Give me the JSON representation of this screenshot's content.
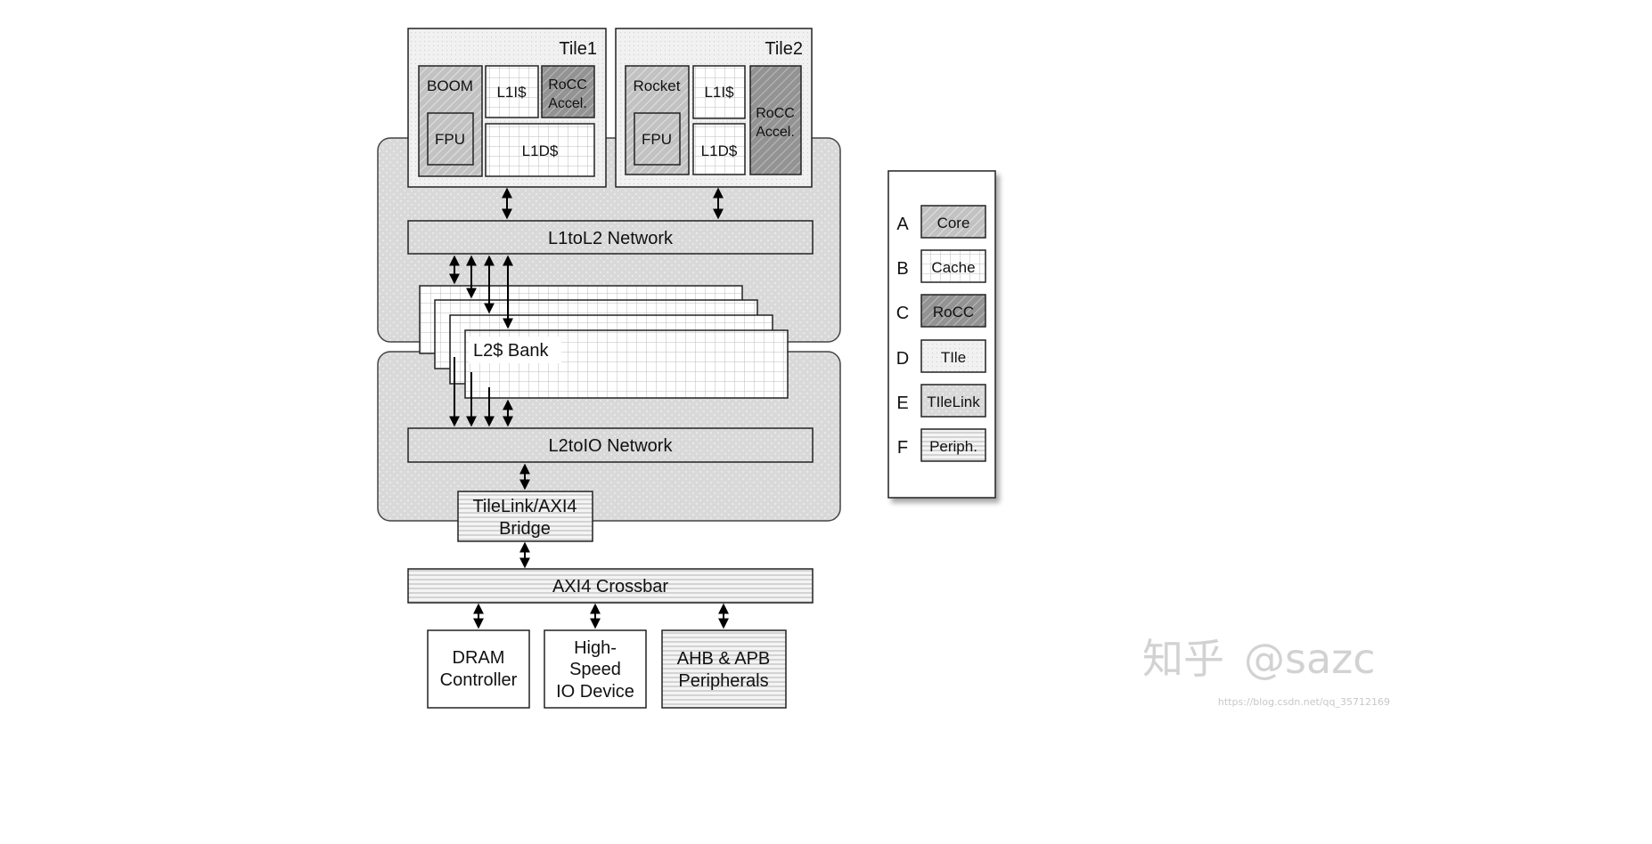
{
  "tiles": [
    {
      "title": "Tile1",
      "core": "BOOM",
      "fpu": "FPU",
      "l1i": "L1I$",
      "l1d": "L1D$",
      "rocc": [
        "RoCC",
        "Accel."
      ]
    },
    {
      "title": "Tile2",
      "core": "Rocket",
      "fpu": "FPU",
      "l1i": "L1I$",
      "l1d": "L1D$",
      "rocc": [
        "RoCC",
        "Accel."
      ]
    }
  ],
  "l1tol2": "L1toL2 Network",
  "l2_bank": "L2$ Bank",
  "l2toio": "L2toIO Network",
  "bridge": [
    "TileLink/AXI4",
    "Bridge"
  ],
  "crossbar": "AXI4 Crossbar",
  "devices": [
    {
      "lines": [
        "DRAM",
        "Controller"
      ]
    },
    {
      "lines": [
        "High-",
        "Speed",
        "IO Device"
      ]
    },
    {
      "lines": [
        "AHB & APB",
        "Peripherals"
      ]
    }
  ],
  "legend": [
    {
      "letter": "A",
      "label": "Core"
    },
    {
      "letter": "B",
      "label": "Cache"
    },
    {
      "letter": "C",
      "label": "RoCC"
    },
    {
      "letter": "D",
      "label": "TIle"
    },
    {
      "letter": "E",
      "label": "TIleLink"
    },
    {
      "letter": "F",
      "label": "Periph."
    }
  ],
  "watermark": {
    "brand": "知乎",
    "handle": "@sazc",
    "url": "https://blog.csdn.net/qq_35712169"
  },
  "colors": {
    "core": "#bdbdbd",
    "rocc": "#8e8e8e",
    "tile": "#f2f2f2",
    "tilelink": "#d9d9d9",
    "cache": "#ffffff",
    "periph": "#e8e8e8"
  }
}
